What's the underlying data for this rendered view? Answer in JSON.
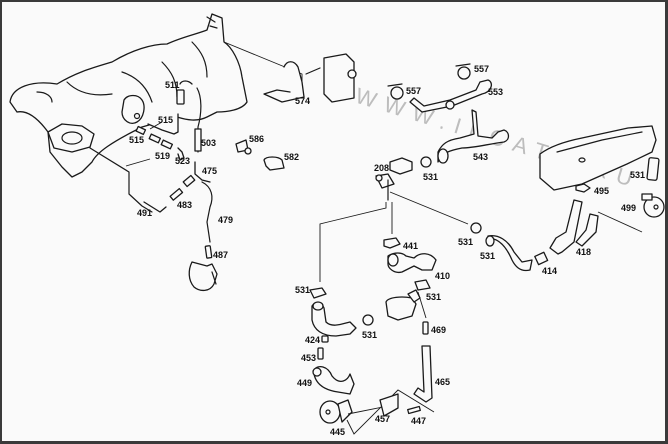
{
  "diagram": {
    "type": "exploded-parts-diagram",
    "watermark": "WWW.ILCATS.RU",
    "callouts": [
      {
        "id": "c511",
        "label": "511"
      },
      {
        "id": "c515a",
        "label": "515"
      },
      {
        "id": "c515b",
        "label": "515"
      },
      {
        "id": "c503",
        "label": "503"
      },
      {
        "id": "c523",
        "label": "523"
      },
      {
        "id": "c519",
        "label": "519"
      },
      {
        "id": "c475",
        "label": "475"
      },
      {
        "id": "c483",
        "label": "483"
      },
      {
        "id": "c491",
        "label": "491"
      },
      {
        "id": "c479",
        "label": "479"
      },
      {
        "id": "c487",
        "label": "487"
      },
      {
        "id": "c574",
        "label": "574"
      },
      {
        "id": "c586",
        "label": "586"
      },
      {
        "id": "c582",
        "label": "582"
      },
      {
        "id": "c557a",
        "label": "557"
      },
      {
        "id": "c557b",
        "label": "557"
      },
      {
        "id": "c553",
        "label": "553"
      },
      {
        "id": "c543",
        "label": "543"
      },
      {
        "id": "c208",
        "label": "208"
      },
      {
        "id": "c531a",
        "label": "531"
      },
      {
        "id": "c531b",
        "label": "531"
      },
      {
        "id": "c499",
        "label": "499"
      },
      {
        "id": "c495",
        "label": "495"
      },
      {
        "id": "c531c",
        "label": "531"
      },
      {
        "id": "c531d",
        "label": "531"
      },
      {
        "id": "c414",
        "label": "414"
      },
      {
        "id": "c418",
        "label": "418"
      },
      {
        "id": "c410",
        "label": "410"
      },
      {
        "id": "c441",
        "label": "441"
      },
      {
        "id": "c531e",
        "label": "531"
      },
      {
        "id": "c531f",
        "label": "531"
      },
      {
        "id": "c531g",
        "label": "531"
      },
      {
        "id": "c424",
        "label": "424"
      },
      {
        "id": "c469",
        "label": "469"
      },
      {
        "id": "c453",
        "label": "453"
      },
      {
        "id": "c449",
        "label": "449"
      },
      {
        "id": "c465",
        "label": "465"
      },
      {
        "id": "c457",
        "label": "457"
      },
      {
        "id": "c447",
        "label": "447"
      },
      {
        "id": "c445",
        "label": "445"
      }
    ]
  }
}
